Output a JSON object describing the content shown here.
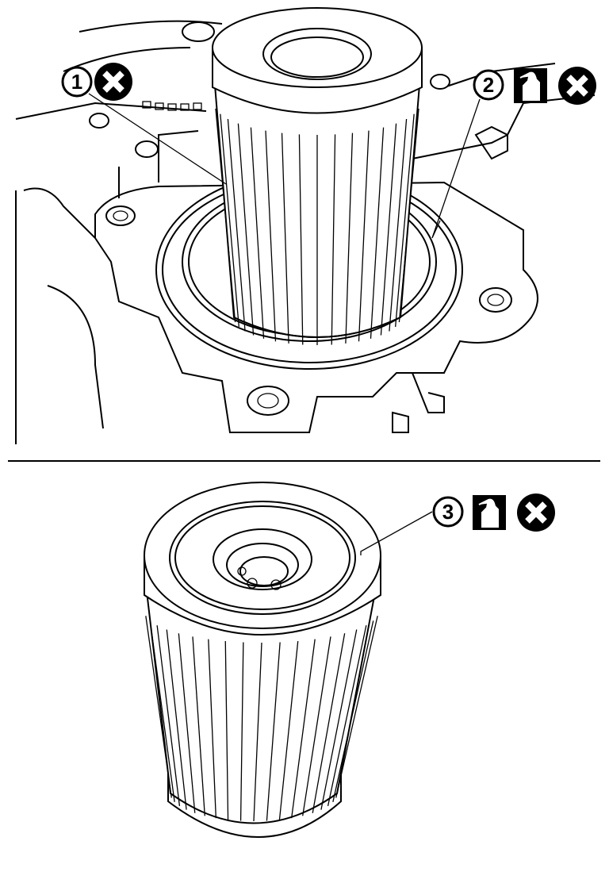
{
  "figure_top": {
    "callouts": [
      {
        "number": "1",
        "icons": [
          "do-not-reuse"
        ]
      },
      {
        "number": "2",
        "icons": [
          "apply-oil",
          "do-not-reuse"
        ]
      }
    ]
  },
  "figure_bottom": {
    "callouts": [
      {
        "number": "3",
        "icons": [
          "apply-oil",
          "do-not-reuse"
        ]
      }
    ]
  },
  "colors": {
    "line": "#000000",
    "background": "#ffffff"
  }
}
